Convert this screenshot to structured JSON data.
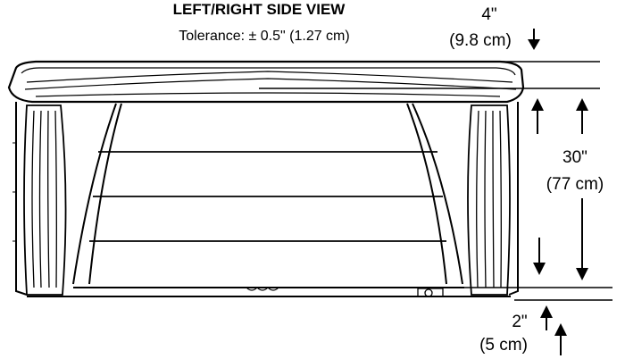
{
  "header": {
    "title": "LEFT/RIGHT SIDE VIEW",
    "tolerance": "Tolerance: ± 0.5\" (1.27 cm)"
  },
  "dimensions": {
    "top_cap": {
      "inches": "4\"",
      "cm": "(9.8 cm)"
    },
    "body": {
      "inches": "30\"",
      "cm": "(77 cm)"
    },
    "bottom_gap": {
      "inches": "2\"",
      "cm": "(5 cm)"
    }
  }
}
